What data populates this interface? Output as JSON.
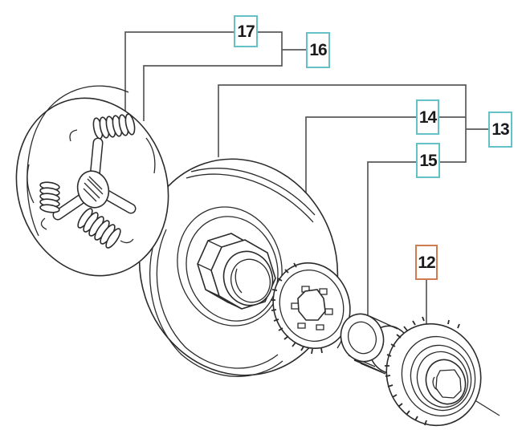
{
  "diagram_title": "",
  "colors": {
    "part-line": "#2b2b2b",
    "leader-line": "#58595b",
    "callout-border-teal": "#63c1c7",
    "callout-border-orange": "#d07b50",
    "callout-text": "#1a1a1a",
    "callout-bg": "#ffffff",
    "page-bg": "#ffffff"
  },
  "callouts": [
    {
      "id": "17",
      "text": "17",
      "style": "teal"
    },
    {
      "id": "16",
      "text": "16",
      "style": "teal"
    },
    {
      "id": "14",
      "text": "14",
      "style": "teal"
    },
    {
      "id": "13",
      "text": "13",
      "style": "teal"
    },
    {
      "id": "15",
      "text": "15",
      "style": "teal"
    },
    {
      "id": "12",
      "text": "12",
      "style": "orange"
    }
  ],
  "parts": [
    {
      "name": "clutch-assembly",
      "callout": "17"
    },
    {
      "name": "clutch-drum",
      "callout": "13"
    },
    {
      "name": "sprocket-rim",
      "callout": "14"
    },
    {
      "name": "needle-bearing",
      "callout": "15"
    },
    {
      "name": "clutch-cover",
      "callout": "12"
    }
  ]
}
